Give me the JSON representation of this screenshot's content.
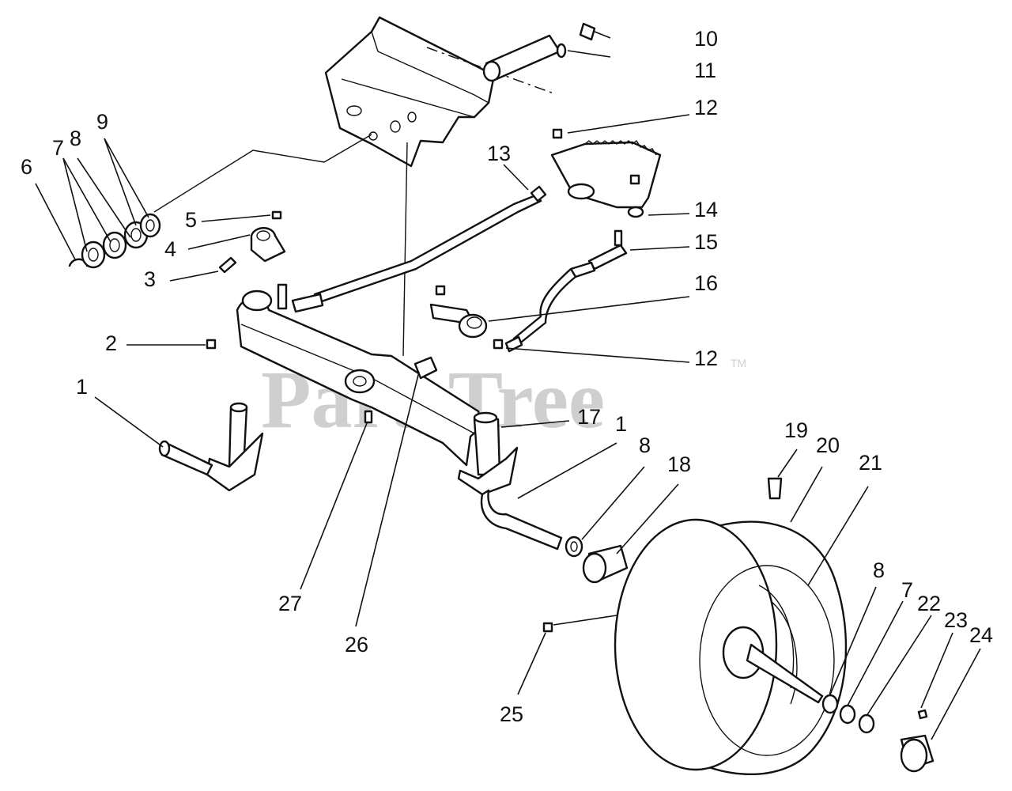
{
  "watermark": {
    "text": "PartsTree",
    "mark": "TM"
  },
  "callouts": [
    {
      "id": "c1a",
      "label": "1"
    },
    {
      "id": "c1b",
      "label": "1"
    },
    {
      "id": "c2",
      "label": "2"
    },
    {
      "id": "c3",
      "label": "3"
    },
    {
      "id": "c4",
      "label": "4"
    },
    {
      "id": "c5",
      "label": "5"
    },
    {
      "id": "c6",
      "label": "6"
    },
    {
      "id": "c7a",
      "label": "7"
    },
    {
      "id": "c7b",
      "label": "7"
    },
    {
      "id": "c8a",
      "label": "8"
    },
    {
      "id": "c8b",
      "label": "8"
    },
    {
      "id": "c8c",
      "label": "8"
    },
    {
      "id": "c9",
      "label": "9"
    },
    {
      "id": "c10",
      "label": "10"
    },
    {
      "id": "c11",
      "label": "11"
    },
    {
      "id": "c12a",
      "label": "12"
    },
    {
      "id": "c12b",
      "label": "12"
    },
    {
      "id": "c13",
      "label": "13"
    },
    {
      "id": "c14",
      "label": "14"
    },
    {
      "id": "c15",
      "label": "15"
    },
    {
      "id": "c16",
      "label": "16"
    },
    {
      "id": "c17",
      "label": "17"
    },
    {
      "id": "c18",
      "label": "18"
    },
    {
      "id": "c19",
      "label": "19"
    },
    {
      "id": "c20",
      "label": "20"
    },
    {
      "id": "c21",
      "label": "21"
    },
    {
      "id": "c22",
      "label": "22"
    },
    {
      "id": "c23",
      "label": "23"
    },
    {
      "id": "c24",
      "label": "24"
    },
    {
      "id": "c25",
      "label": "25"
    },
    {
      "id": "c26",
      "label": "26"
    },
    {
      "id": "c27",
      "label": "27"
    }
  ]
}
